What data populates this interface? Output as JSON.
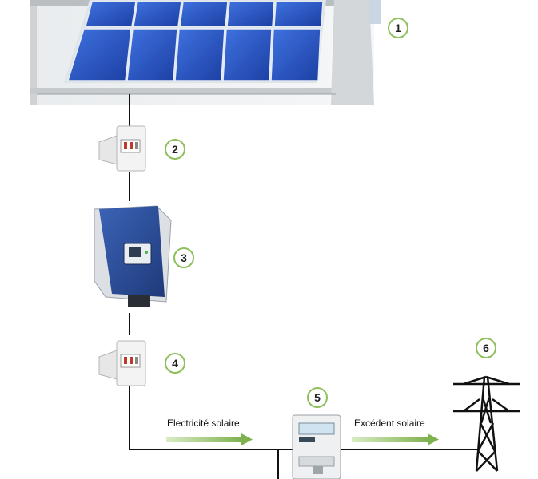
{
  "badges": {
    "panels": "1",
    "dc_switch": "2",
    "inverter": "3",
    "ac_switch": "4",
    "meter": "5",
    "grid": "6"
  },
  "flows": {
    "solar": "Electricité solaire",
    "surplus": "Excédent solaire"
  },
  "colors": {
    "badge_ring": "#8dbf5a",
    "arrow": "#8fbf5f",
    "panel_blue": "#2a56c6",
    "inverter_blue": "#2b4f9e"
  }
}
